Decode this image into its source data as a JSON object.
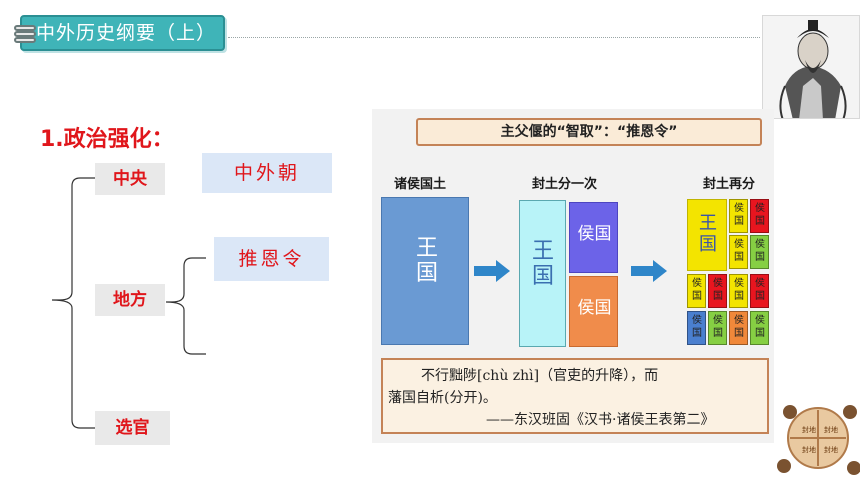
{
  "header": {
    "title": "中外历史纲要（上）"
  },
  "outline": {
    "heading": "1.政治强化：",
    "center_label": "中央",
    "local_label": "地方",
    "official_label": "选官",
    "center_fill": "中外朝",
    "local_fill": "推恩令"
  },
  "figure": {
    "title": "主父偃的“智取”：“推恩令”",
    "columns": [
      {
        "title": "诸侯国土"
      },
      {
        "title": "封土分一次"
      },
      {
        "title": "封土再分"
      }
    ],
    "kingdom_label": "王国",
    "vassal_label": "侯国",
    "quote": {
      "line1": "不行黜陟[chù zhì]（官吏的升降），而",
      "line2": "藩国自析(分开)。",
      "line3": "——东汉班固《汉书·诸侯王表第二》"
    }
  },
  "corner_art": {
    "labels": [
      "封地",
      "封地",
      "封地",
      "封地"
    ]
  },
  "colors": {
    "accent_teal": "#3fb4b8",
    "heading_red": "#e0161b",
    "kingdom_blue": "#6a9ad3",
    "arrow_blue": "#2f86c9",
    "split_purple": "#6c63e8",
    "split_orange": "#f08c4b",
    "cell_yellow": "#f3e400",
    "cell_red": "#e8151f",
    "cell_green": "#86cf43",
    "cell_blue": "#4a7fcf",
    "cell_orange": "#f0883a"
  }
}
